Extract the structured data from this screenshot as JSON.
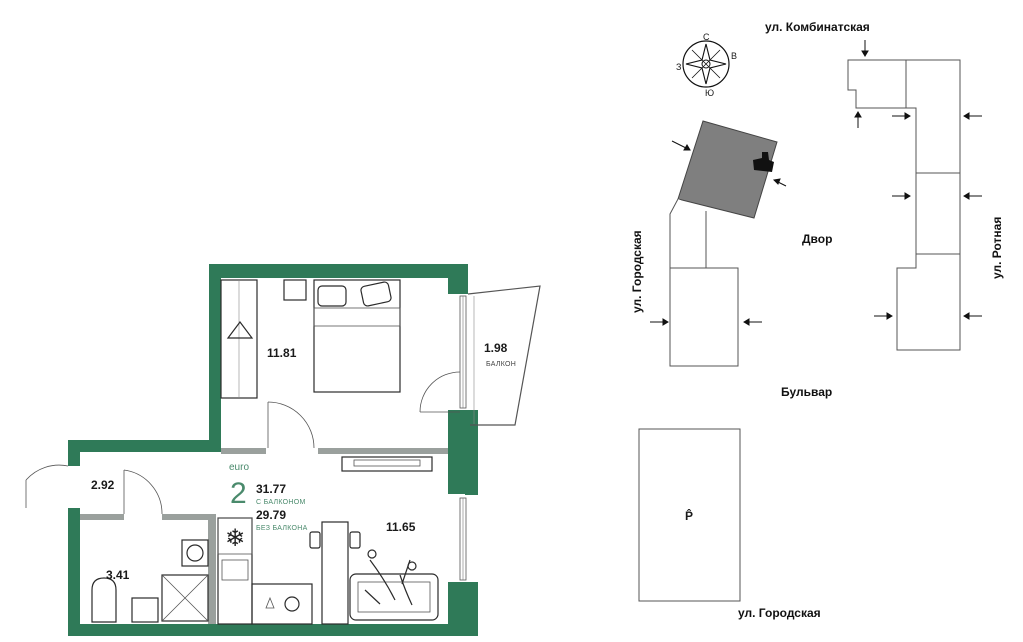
{
  "apartment": {
    "class_label": "euro",
    "rooms_count": "2",
    "area_with_balcony": "31.77",
    "with_balcony_label": "С БАЛКОНОМ",
    "area_without_balcony": "29.79",
    "without_balcony_label": "БЕЗ БАЛКОНА"
  },
  "rooms": {
    "bedroom": "11.81",
    "balcony": "1.98",
    "balcony_label": "БАЛКОН",
    "hall": "2.92",
    "bathroom": "3.41",
    "kitchen_living": "11.65"
  },
  "site": {
    "street_top": "ул. Комбинатская",
    "street_left": "ул. Городская",
    "street_right": "ул. Ротная",
    "street_bottom": "ул. Городская",
    "yard": "Двор",
    "boulevard": "Бульвар",
    "parking": "P̂"
  },
  "compass": {
    "north": "С",
    "east": "В",
    "south": "Ю",
    "west": "З"
  },
  "colors": {
    "wall": "#2f7a58",
    "highlight_building": "#7f7f7f",
    "accent_text": "#4a8a6c"
  }
}
